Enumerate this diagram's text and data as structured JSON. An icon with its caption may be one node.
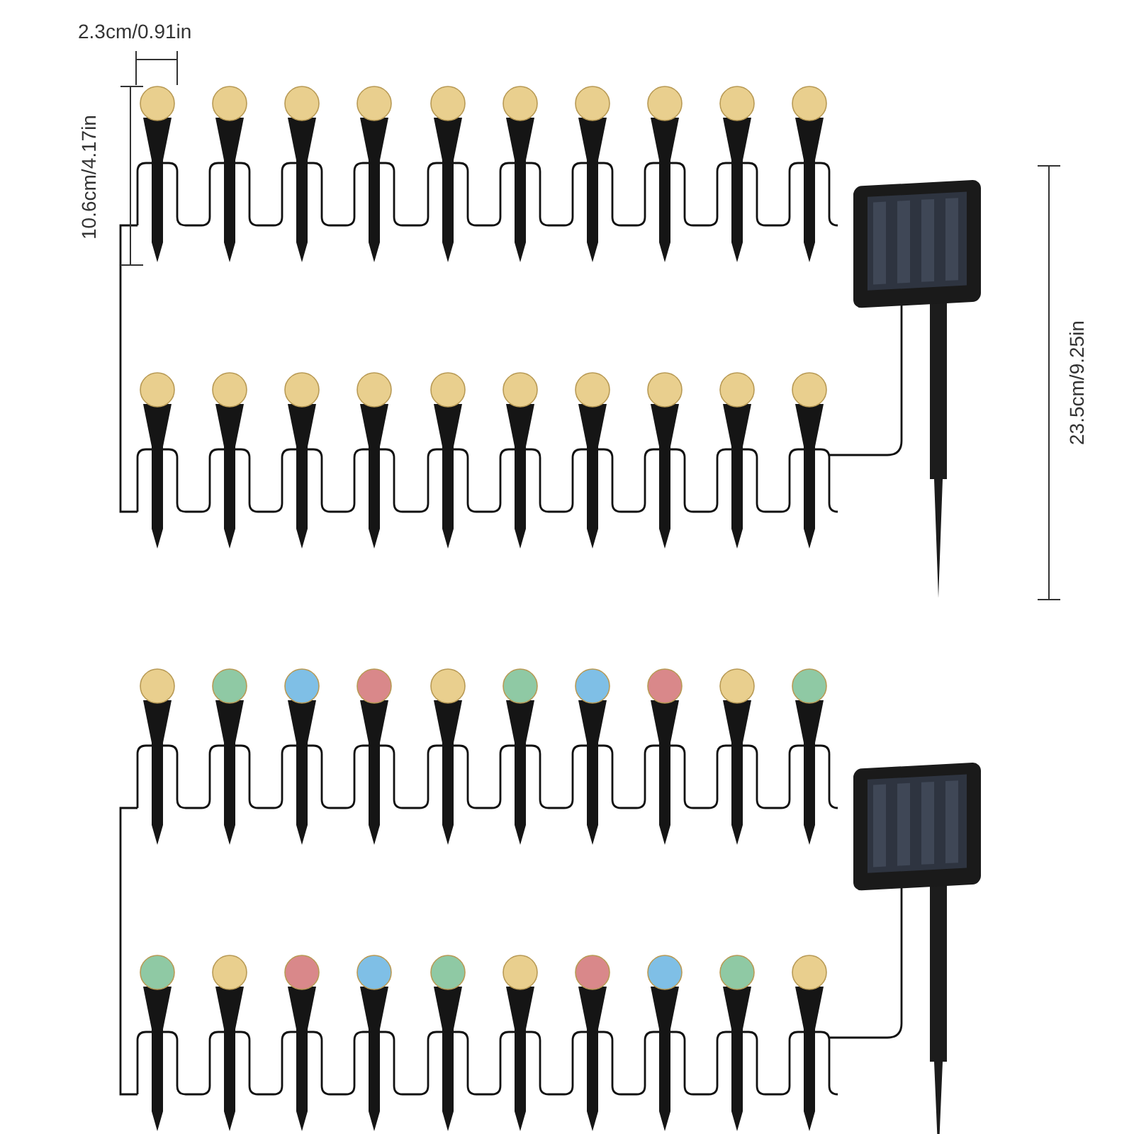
{
  "diagram": {
    "labels": [
      "2.3cm/0.91in",
      "10.6cm/4.17in",
      "23.5cm/9.25in"
    ]
  }
}
